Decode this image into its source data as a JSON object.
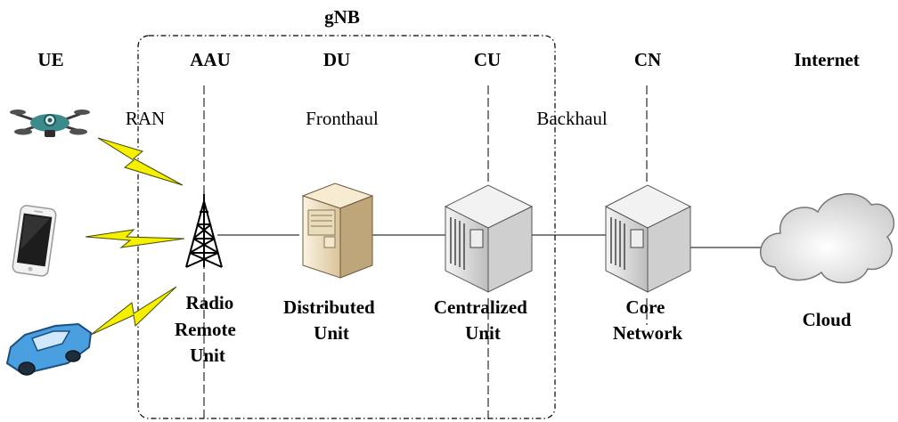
{
  "gnb": {
    "label": "gNB"
  },
  "columns": {
    "ue": "UE",
    "aau": "AAU",
    "du": "DU",
    "cu": "CU",
    "cn": "CN",
    "internet": "Internet"
  },
  "links": {
    "ran": "RAN",
    "fronthaul": "Fronthaul",
    "backhaul": "Backhaul"
  },
  "nodes": {
    "rru": [
      "Radio",
      "Remote",
      "Unit"
    ],
    "du": [
      "Distributed",
      "Unit"
    ],
    "cu": [
      "Centralized",
      "Unit"
    ],
    "cn": [
      "Core",
      "Network"
    ],
    "cloud": [
      "Cloud"
    ]
  },
  "devices": [
    "drone-icon",
    "smartphone-icon",
    "car-icon"
  ],
  "colors": {
    "lightning": "#f5ef00",
    "drone": "#3c8a8c",
    "car": "#4a9fe0",
    "du_server": "#e8d6b0",
    "server": "#d9d9d9",
    "cloud": "#e6e6e6"
  }
}
